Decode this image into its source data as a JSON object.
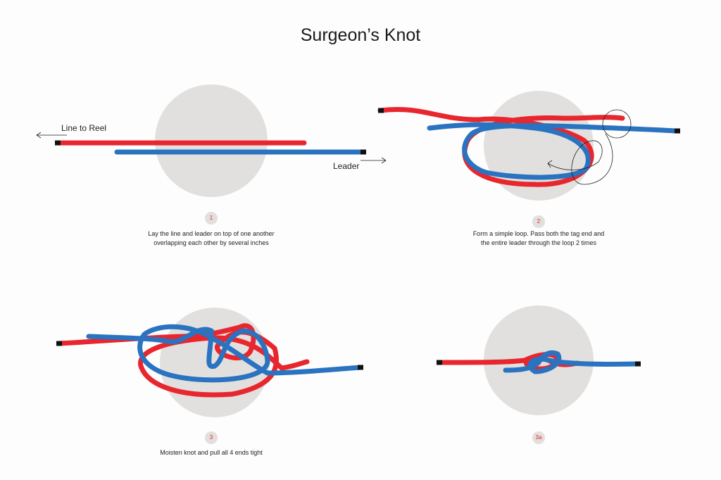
{
  "title": "Surgeon’s Knot",
  "colors": {
    "line": "#e8262d",
    "leader": "#2a73c0",
    "backdrop": "#e2e0de",
    "tip": "#111111"
  },
  "labels": {
    "line_to_reel": "Line to Reel",
    "leader": "Leader"
  },
  "steps": [
    {
      "number": "1",
      "caption_lines": [
        "Lay the line and leader on top of one another",
        "overlapping each other by several inches"
      ]
    },
    {
      "number": "2",
      "caption_lines": [
        "Form a simple loop. Pass both the tag end and",
        "the entire leader through the loop 2 times"
      ]
    },
    {
      "number": "3",
      "caption_lines": [
        "Moisten knot and pull all 4 ends tight"
      ]
    },
    {
      "number": "3a",
      "caption_lines": []
    }
  ]
}
